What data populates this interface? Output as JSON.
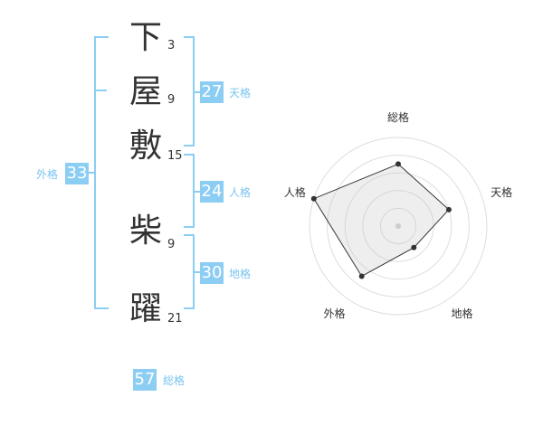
{
  "name": {
    "chars": [
      {
        "char": "下",
        "strokes": "3"
      },
      {
        "char": "屋",
        "strokes": "9"
      },
      {
        "char": "敷",
        "strokes": "15"
      },
      {
        "char": "柴",
        "strokes": "9"
      },
      {
        "char": "躍",
        "strokes": "21"
      }
    ]
  },
  "fortunes": {
    "tenkaku": {
      "value": "27",
      "label": "天格"
    },
    "jinkaku": {
      "value": "24",
      "label": "人格"
    },
    "chikaku": {
      "value": "30",
      "label": "地格"
    },
    "gaikaku": {
      "value": "33",
      "label": "外格"
    },
    "soukaku": {
      "value": "57",
      "label": "総格"
    }
  },
  "colors": {
    "accent": "#8ccdf4",
    "label": "#7ac4ee",
    "text": "#333333"
  },
  "chart_data": {
    "type": "radar",
    "axes": [
      "総格",
      "天格",
      "地格",
      "外格",
      "人格"
    ],
    "values": [
      3.5,
      3.0,
      1.5,
      3.5,
      5.0
    ],
    "max": 5,
    "rings": 5,
    "grid": true
  }
}
